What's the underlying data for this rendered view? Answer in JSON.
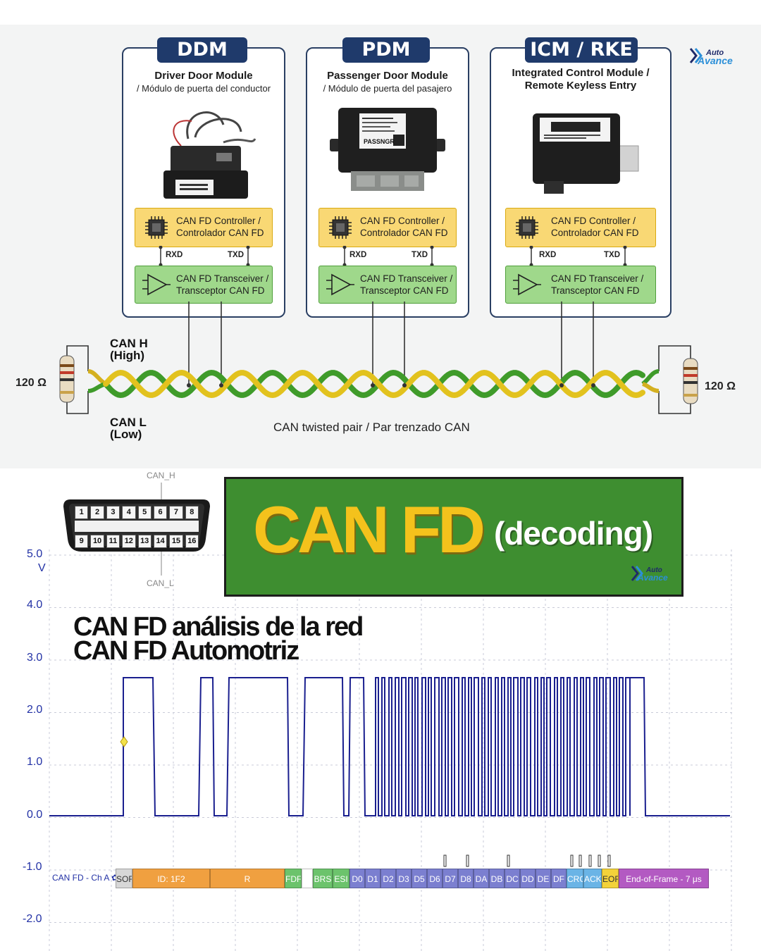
{
  "modules": [
    {
      "tag": "DDM",
      "title": "Driver Door Module",
      "subtitle": "/ Módulo de puerta del conductor",
      "title2": ""
    },
    {
      "tag": "PDM",
      "title": "Passenger Door Module",
      "subtitle": "/ Módulo de puerta del pasajero",
      "title2": ""
    },
    {
      "tag": "ICM / RKE",
      "title": "Integrated Control Module /",
      "subtitle": "",
      "title2": "Remote Keyless Entry"
    }
  ],
  "controller_label": [
    "CAN FD Controller /",
    "Controlador CAN FD"
  ],
  "transceiver_label": [
    "CAN FD Transceiver /",
    "Transceptor CAN FD"
  ],
  "pins": {
    "rxd": "RXD",
    "txd": "TXD"
  },
  "labels": {
    "passngr": "PASSNGR"
  },
  "bus": {
    "can_h": "CAN H",
    "can_h_sub": "(High)",
    "can_l": "CAN L",
    "can_l_sub": "(Low)",
    "resistor_left": "120 Ω",
    "resistor_right": "120 Ω",
    "twisted_pair": "CAN twisted pair / Par trenzado CAN"
  },
  "logo": {
    "line1": "Auto",
    "line2": "Avance"
  },
  "obd": {
    "top_pins": [
      "1",
      "2",
      "3",
      "4",
      "5",
      "6",
      "7",
      "8"
    ],
    "bottom_pins": [
      "9",
      "10",
      "11",
      "12",
      "13",
      "14",
      "15",
      "16"
    ],
    "can_h_label": "CAN_H",
    "can_l_label": "CAN_L"
  },
  "banner": {
    "title": "CAN FD",
    "subtitle": "(decoding)"
  },
  "headline": {
    "line1": "CAN FD análisis de la red",
    "line2": "CAN FD Automotriz"
  },
  "scope": {
    "unit": "V",
    "y_ticks": [
      "5.0",
      "4.0",
      "3.0",
      "2.0",
      "1.0",
      "0.0",
      "-1.0",
      "-2.0"
    ],
    "channel": "CAN FD - Ch A",
    "trace_color": "#1a1f8f"
  },
  "decode_segments": [
    {
      "label": "SOF",
      "color": "#d7d7d7"
    },
    {
      "label": "ID: 1F2",
      "color": "#f0a040"
    },
    {
      "label": "R",
      "color": "#f0a040"
    },
    {
      "label": "FDF",
      "color": "#6cc36c"
    },
    {
      "label": "",
      "color": "#ffffff"
    },
    {
      "label": "BRS",
      "color": "#6cc36c"
    },
    {
      "label": "ESI",
      "color": "#6cc36c"
    },
    {
      "label": "D0",
      "color": "#7b7fd0"
    },
    {
      "label": "D1",
      "color": "#7b7fd0"
    },
    {
      "label": "D2",
      "color": "#7b7fd0"
    },
    {
      "label": "D3",
      "color": "#7b7fd0"
    },
    {
      "label": "D5",
      "color": "#7b7fd0"
    },
    {
      "label": "D6",
      "color": "#7b7fd0"
    },
    {
      "label": "D7",
      "color": "#7b7fd0"
    },
    {
      "label": "D8",
      "color": "#7b7fd0"
    },
    {
      "label": "DA",
      "color": "#7b7fd0"
    },
    {
      "label": "DB",
      "color": "#7b7fd0"
    },
    {
      "label": "DC",
      "color": "#7b7fd0"
    },
    {
      "label": "DD",
      "color": "#7b7fd0"
    },
    {
      "label": "DE",
      "color": "#7b7fd0"
    },
    {
      "label": "DF",
      "color": "#7b7fd0"
    },
    {
      "label": "CRC",
      "color": "#6ab4e6"
    },
    {
      "label": "ACK",
      "color": "#6ab4e6"
    },
    {
      "label": "EOF",
      "color": "#f3d23a"
    },
    {
      "label": "End-of-Frame - 7 μs",
      "color": "#b35ac2"
    }
  ]
}
